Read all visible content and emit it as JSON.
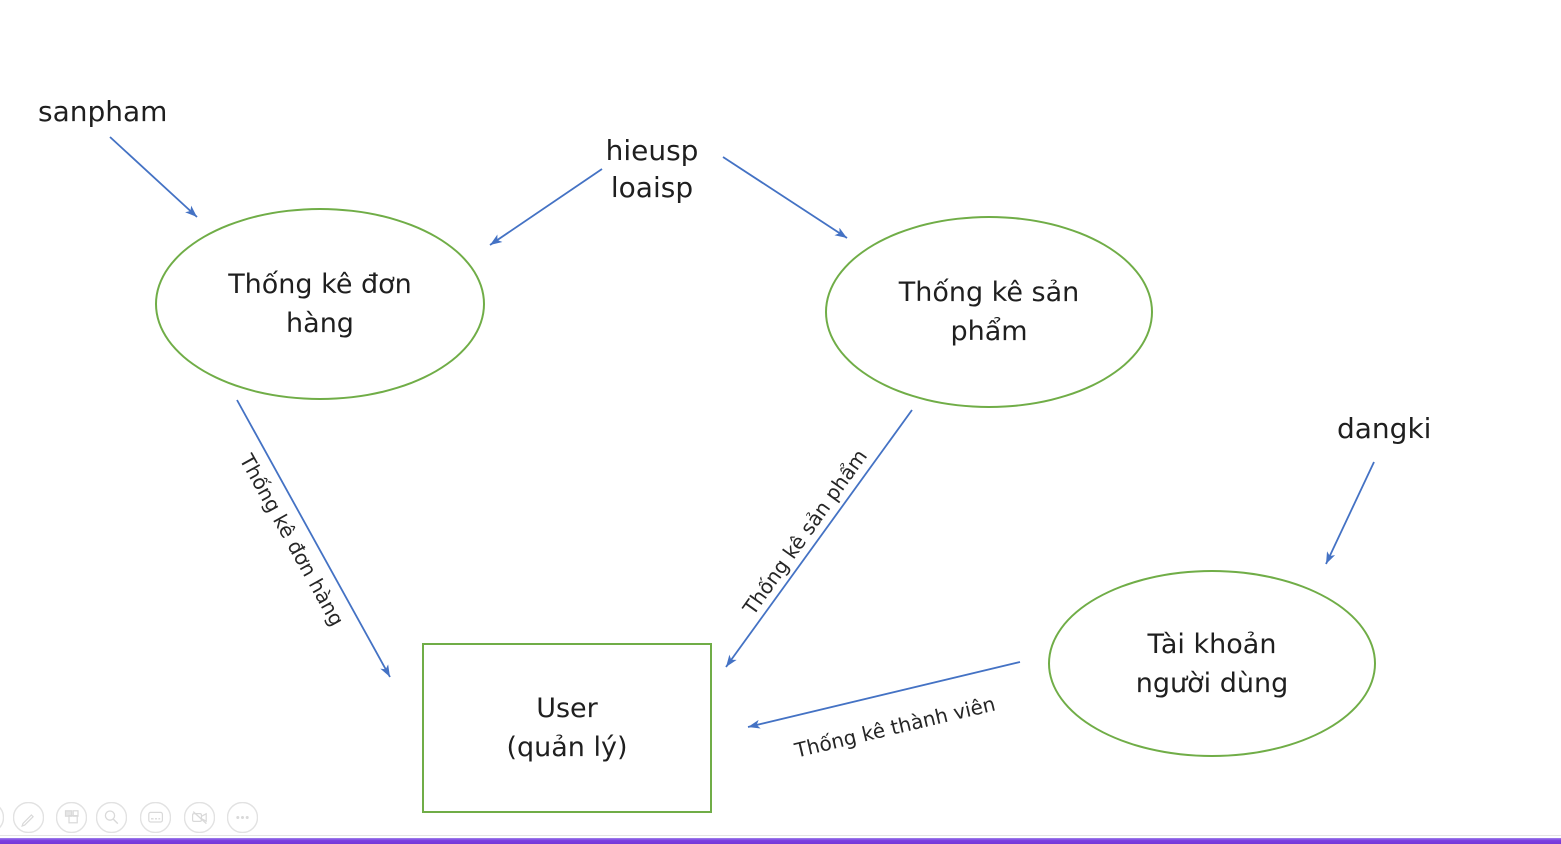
{
  "diagram": {
    "nodes": {
      "order_stats": {
        "line1": "Thống kê đơn",
        "line2": "hàng"
      },
      "product_stats": {
        "line1": "Thống kê sản",
        "line2": "phẩm"
      },
      "user_account": {
        "line1": "Tài khoản",
        "line2": "người dùng"
      },
      "user_box": {
        "line1": "User",
        "line2": "(quản lý)"
      }
    },
    "external_labels": {
      "sanpham": "sanpham",
      "hieusp": "hieusp",
      "loaisp": "loaisp",
      "dangki": "dangki"
    },
    "flow_labels": {
      "order_flow": "Thống kê đơn hàng",
      "product_flow": "Thống kê sản phẩm",
      "member_flow": "Thống kê thành viên"
    },
    "colors": {
      "shape_outline": "#70AD47",
      "arrow": "#4472C4",
      "text": "#1f1f1f",
      "bottom_bar": "#7B3FE0"
    }
  },
  "toolbar": {
    "icons": [
      "clipped-nav-icon",
      "pen-icon",
      "see-all-slides-icon",
      "zoom-icon",
      "captions-icon",
      "camera-off-icon",
      "more-options-icon"
    ]
  }
}
